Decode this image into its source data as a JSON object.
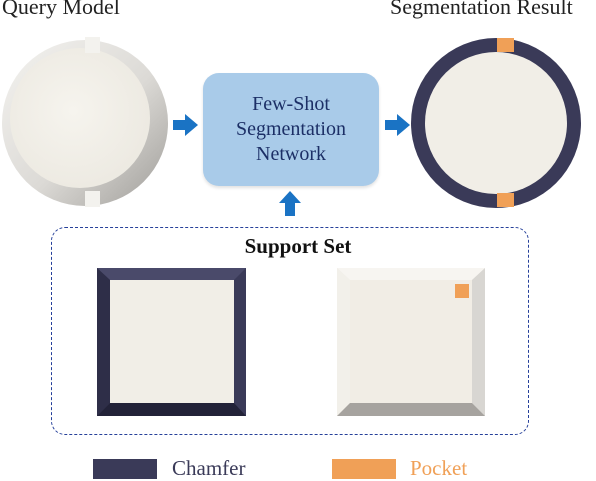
{
  "query": {
    "title": "Query Model"
  },
  "result": {
    "title": "Segmentation Result"
  },
  "network": {
    "lines": [
      "Few-Shot",
      "Segmentation",
      "Network"
    ]
  },
  "support": {
    "title": "Support Set"
  },
  "legend": [
    {
      "label": "Chamfer",
      "color": "#3a3a58"
    },
    {
      "label": "Pocket",
      "color": "#f0a057"
    }
  ],
  "colors": {
    "arrow": "#1a73c4",
    "chamfer": "#3a3a58",
    "pocket": "#f0a057",
    "face": "#f2efe8",
    "network_box": "#a9cbe9",
    "dashed_border": "#26409a"
  }
}
